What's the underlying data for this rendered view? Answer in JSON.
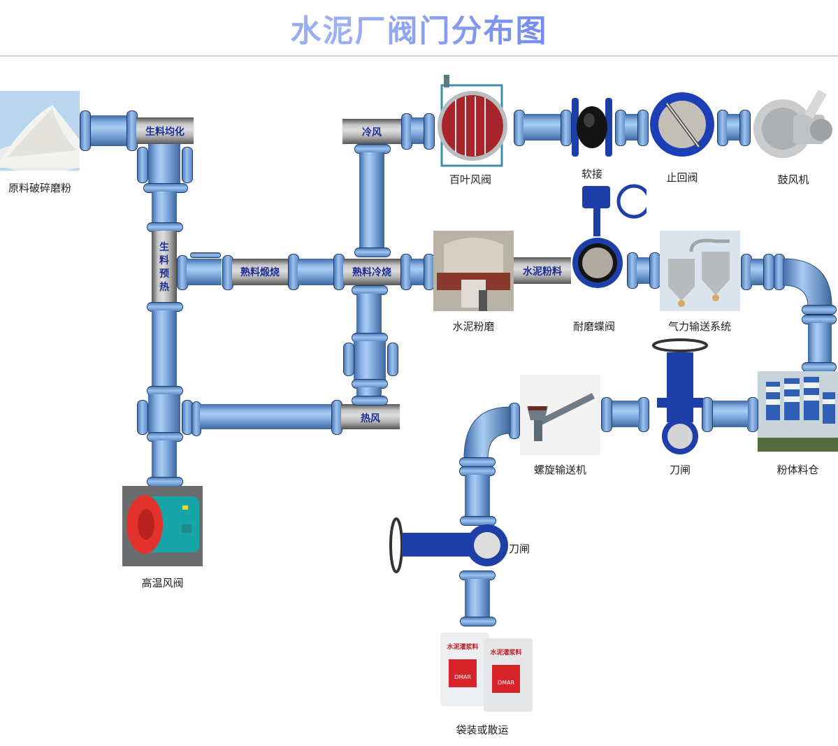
{
  "title": "水泥厂阀门分布图",
  "pipe_labels": {
    "raw_homogenize": "生料均化",
    "raw_preheat": [
      "生",
      "料",
      "预",
      "热"
    ],
    "clinker_calcine": "熟料煅烧",
    "clinker_cool": "熟料冷烧",
    "cold_air": "冷风",
    "hot_air": "热风",
    "cement_powder": "水泥粉料"
  },
  "equipment": {
    "raw_grinding": "原料破碎磨粉",
    "louver_damper": "百叶风阀",
    "soft_joint": "软接",
    "check_valve": "止回阀",
    "blower": "鼓风机",
    "cement_mill": "水泥粉磨",
    "butterfly_valve": "耐磨蝶阀",
    "pneumatic_conveying": "气力输送系统",
    "high_temp_damper": "高温风阀",
    "screw_conveyor": "螺旋输送机",
    "knife_gate_1": "刀闸",
    "powder_silo": "粉体料仓",
    "knife_gate_2": "刀闸",
    "bagging": "袋装或散运",
    "bag_brand": "DMAR",
    "bag_text": "水泥灌浆料"
  },
  "colors": {
    "pipe_blue": "#7ba5d8",
    "label_blue": "#1a2d9a",
    "title_blue": "#6f86e8",
    "valve_blue": "#1f3fa8"
  }
}
